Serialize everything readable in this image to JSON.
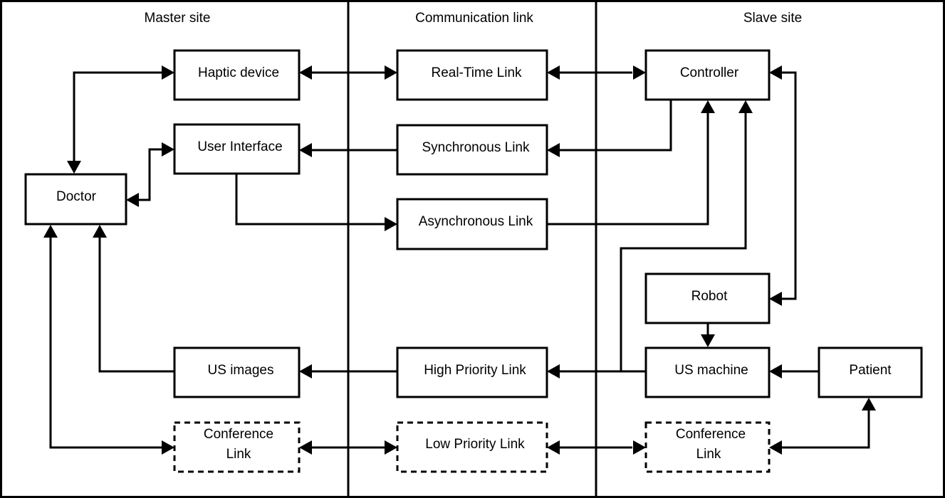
{
  "columns": {
    "master": "Master site",
    "communication": "Communication link",
    "slave": "Slave site"
  },
  "nodes": {
    "haptic_device": "Haptic device",
    "user_interface": "User Interface",
    "doctor": "Doctor",
    "us_images": "US images",
    "conference_link_master": [
      "Conference",
      "Link"
    ],
    "real_time_link": "Real-Time Link",
    "synchronous_link": "Synchronous Link",
    "asynchronous_link": "Asynchronous Link",
    "high_priority_link": "High Priority Link",
    "low_priority_link": "Low Priority Link",
    "controller": "Controller",
    "robot": "Robot",
    "us_machine": "US machine",
    "patient": "Patient",
    "conference_link_slave": [
      "Conference",
      "Link"
    ]
  },
  "line_style": {
    "dashed_nodes": [
      "conference_link_master",
      "low_priority_link",
      "conference_link_slave"
    ]
  }
}
